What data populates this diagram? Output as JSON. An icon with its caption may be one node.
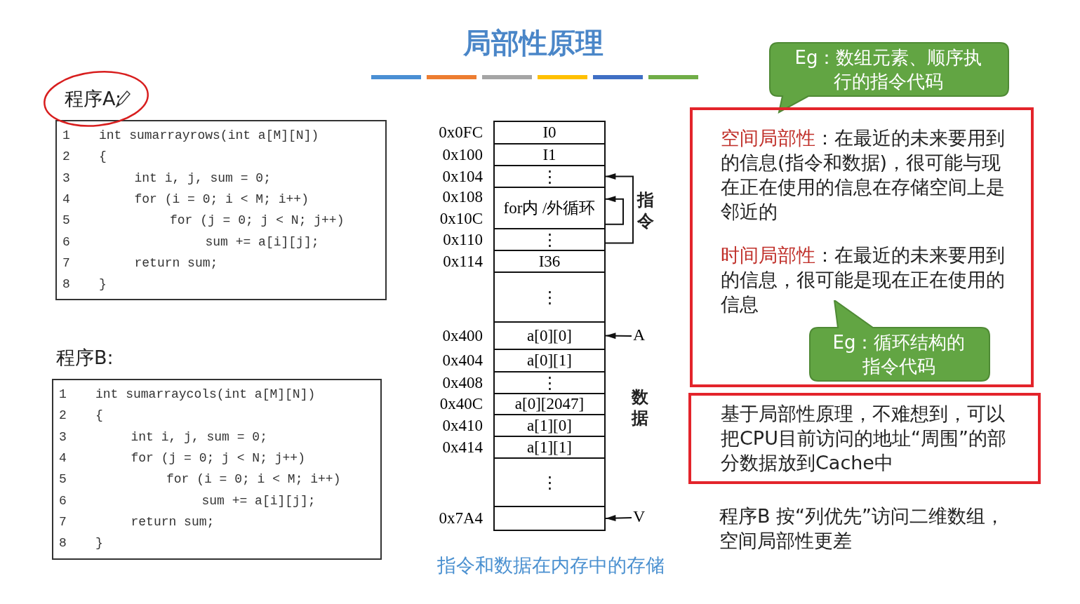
{
  "diagram": {
    "title": "局部性原理",
    "nodes": [
      {
        "text": [
          "程序A:",
          "1",
          "int sumarrayrows(int a[M][N])",
          "2",
          "{",
          "3",
          "int i, j, sum = 0;",
          "4",
          "for (i = 0; i < M; i++)",
          "5",
          "for (j = 0; j < N; j++)",
          "6",
          "sum += a[i][j];",
          "7",
          "return sum;",
          "8",
          "}"
        ]
      },
      {
        "text": [
          "程序B:",
          "1",
          "int sumarraycols(int a[M][N])",
          "2",
          "{",
          "3",
          "int i, j, sum = 0;",
          "4",
          "for (j = 0; j < N; j++)",
          "5",
          "for (i = 0; i < M; i++)",
          "6",
          "sum += a[i][j];",
          "7",
          "return sum;",
          "8",
          "}"
        ]
      },
      {
        "text": [
          "I0"
        ],
        "beside": [
          "0x0FC"
        ]
      },
      {
        "text": [
          "I1"
        ],
        "beside": [
          "0x100"
        ]
      },
      {
        "text": [
          "⋮"
        ],
        "beside": [
          "0x104"
        ]
      },
      {
        "text": [
          "for内 /外循环"
        ],
        "beside": [
          "0x108",
          "0x10C"
        ]
      },
      {
        "text": [
          "⋮"
        ],
        "beside": [
          "0x110"
        ]
      },
      {
        "text": [
          "I36"
        ],
        "beside": [
          "0x114"
        ]
      },
      {
        "text": [
          "⋮"
        ]
      },
      {
        "text": [
          "a[0][0]"
        ],
        "beside": [
          "0x400"
        ]
      },
      {
        "text": [
          "a[0][1]"
        ],
        "beside": [
          "0x404"
        ]
      },
      {
        "text": [
          "⋮"
        ],
        "beside": [
          "0x408"
        ]
      },
      {
        "text": [
          "a[0][2047]"
        ],
        "beside": [
          "0x40C"
        ]
      },
      {
        "text": [
          "a[1][0]"
        ],
        "beside": [
          "0x410"
        ]
      },
      {
        "text": [
          "a[1][1]"
        ],
        "beside": [
          "0x414"
        ]
      },
      {
        "text": [
          "⋮"
        ]
      },
      {
        "text": [],
        "shape": "box",
        "beside": [
          "0x7A4"
        ]
      },
      {
        "text": [
          "A"
        ]
      },
      {
        "text": [
          "V"
        ]
      },
      {
        "text": [
          "Eg：数组元素、顺序执行的指令代码"
        ]
      },
      {
        "text": [
          "空间局部性",
          "：在最近的未来要用到的信息(指令和数据)，很可能与现在正在使用的信息在存储空间上是邻近的",
          "时间局部性",
          "：在最近的未来要用到的信息，很可能是现在正在使用的信息"
        ]
      },
      {
        "text": [
          "Eg：循环结构的指令代码"
        ],
        "in": 20
      },
      {
        "text": [
          "基于局部性原理，不难想到，可以把CPU目前访问的地址“周围”的部分数据放到Cache中"
        ]
      }
    ],
    "edges": [
      {
        "from": 6,
        "to": 4,
        "arrow": "to"
      },
      {
        "from": 5,
        "to": 5,
        "arrow": "to"
      },
      {
        "from": 17,
        "to": 9,
        "arrow": "to"
      },
      {
        "from": 18,
        "to": 16,
        "arrow": "to"
      }
    ],
    "labels": [
      "指令",
      "数据",
      "指令和数据在内存中的存储",
      "程序B 按“列优先”访问二维数组，空间局部性更差"
    ]
  }
}
